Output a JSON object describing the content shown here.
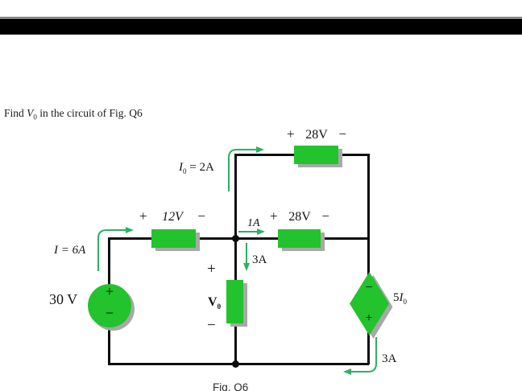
{
  "title": {
    "pre": "Find ",
    "var": "V",
    "sub": "0",
    "post": " in the circuit of Fig. Q6"
  },
  "caption": "Fig. Q6",
  "colors": {
    "component_green": "#22c32c",
    "arrow_green": "#2eb062",
    "shadow_gray": "#a8a8a8",
    "wire_black": "#0d0d0d",
    "header_black": "#000000"
  },
  "labels": {
    "r_top": {
      "plus": "+",
      "value": "28V",
      "minus": "−"
    },
    "r_12v": {
      "plus": "+",
      "value": "12V",
      "minus": "−"
    },
    "r_mid": {
      "plus": "+",
      "value": "28V",
      "minus": "−"
    },
    "i0": {
      "var": "I",
      "sub": "0",
      "rest": " = 2A"
    },
    "i6": {
      "var": "I",
      "rest": " = 6A"
    },
    "i_1a": "1A",
    "i_3a_mid": "3A",
    "i_3a_bottom": "3A",
    "source_30v": "30 V",
    "v0": {
      "plus": "+",
      "var": "V",
      "sub": "0",
      "minus": "−"
    },
    "dep_source": {
      "coef": "5",
      "var": "I",
      "sub": "0"
    },
    "source_plus": "+",
    "source_minus": "−",
    "dep_minus": "−",
    "dep_plus": "+"
  }
}
